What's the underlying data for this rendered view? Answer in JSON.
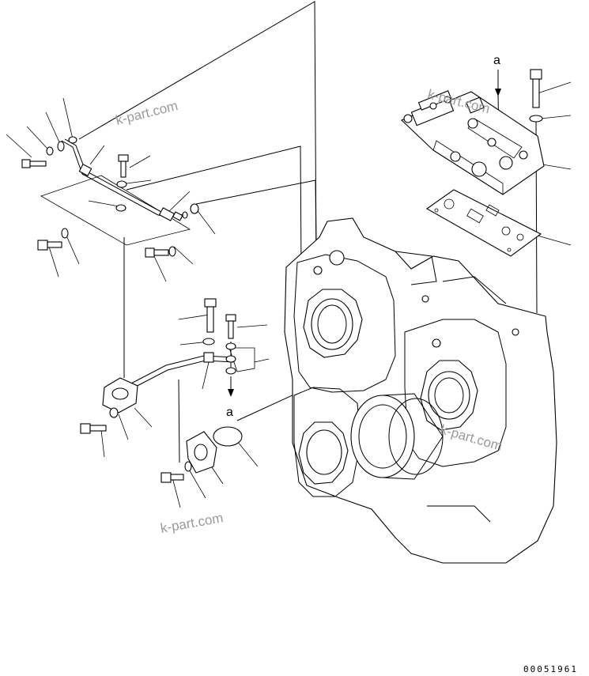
{
  "callouts": {
    "top": "a",
    "bottom": "a"
  },
  "watermarks": [
    "k-part.com",
    "k-part.com",
    "k-part.com"
  ],
  "reference_number": "00051961",
  "colors": {
    "line": "#000000",
    "watermark": "#9a9a9a",
    "background": "#ffffff"
  }
}
